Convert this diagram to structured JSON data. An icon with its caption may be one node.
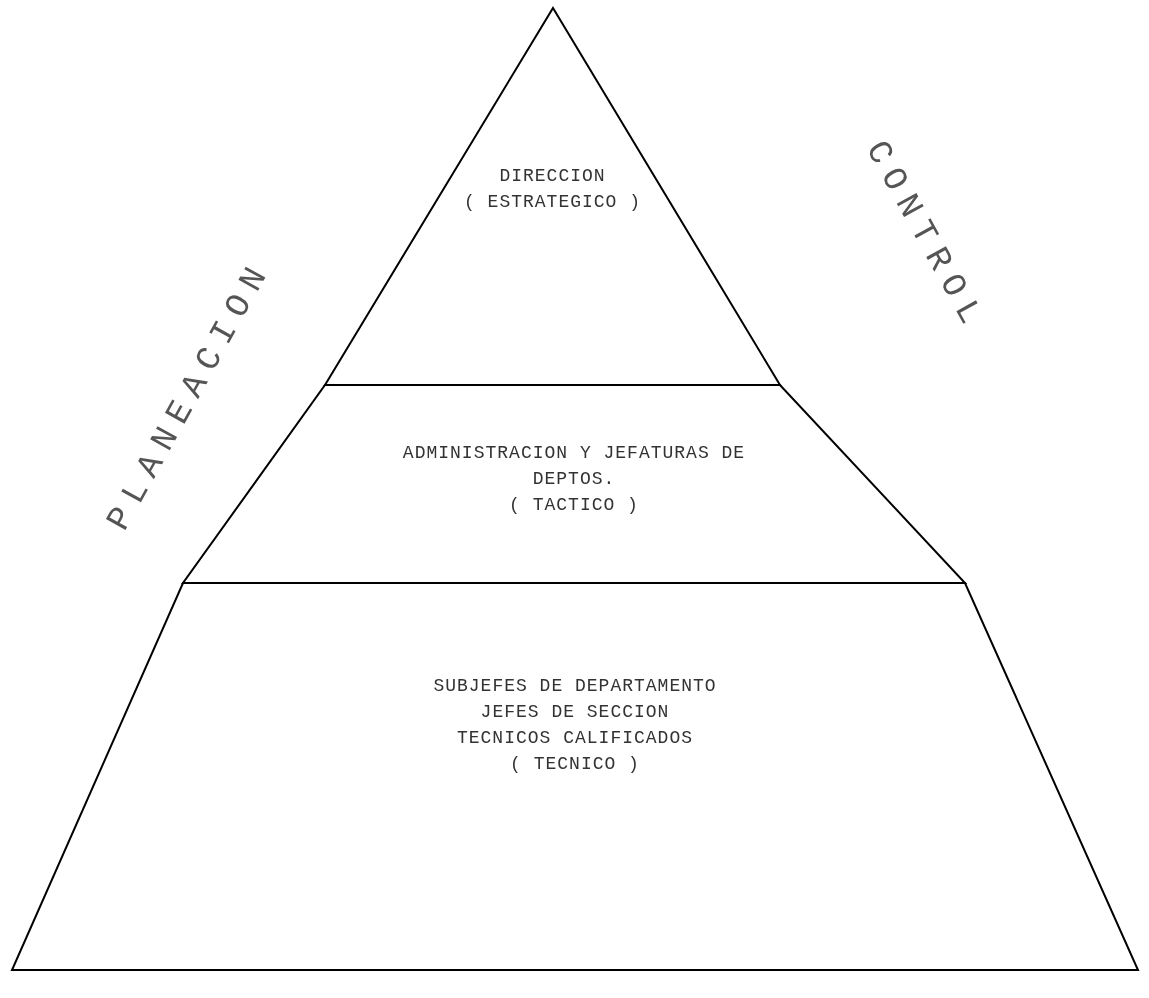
{
  "diagram": {
    "nodes": [
      {
        "text": [
          "DIRECCION",
          "( ESTRATEGICO )"
        ]
      },
      {
        "text": [
          "ADMINISTRACION Y JEFATURAS DE DEPTOS.",
          "( TACTICO )"
        ]
      },
      {
        "text": [
          "SUBJEFES DE DEPARTAMENTO",
          "JEFES DE SECCION",
          "TECNICOS CALIFICADOS",
          "( TECNICO )"
        ]
      }
    ],
    "labels": [
      "PLANEACION",
      "CONTROL"
    ]
  }
}
